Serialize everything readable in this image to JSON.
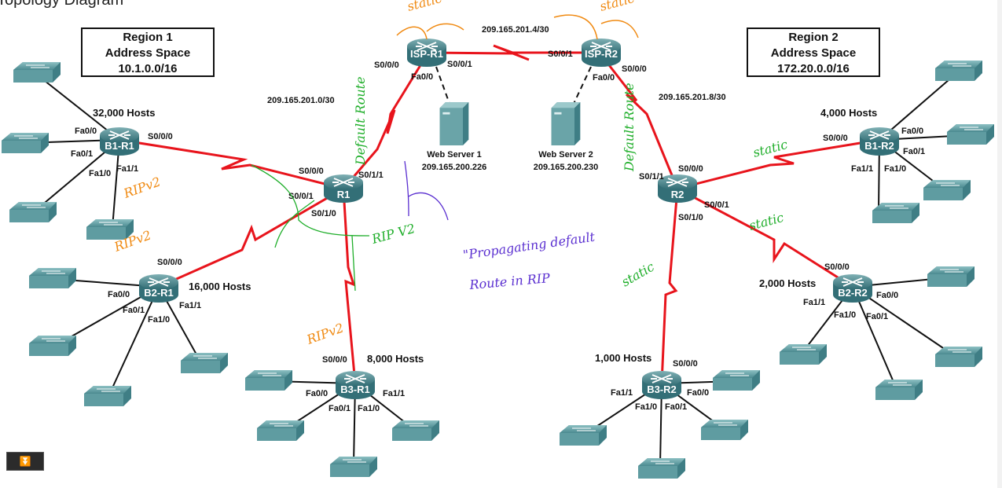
{
  "page_title": "Topology Diagram",
  "regions": [
    {
      "title": "Region 1",
      "subtitle": "Address Space",
      "network": "10.1.0.0/16"
    },
    {
      "title": "Region 2",
      "subtitle": "Address Space",
      "network": "172.20.0.0/16"
    }
  ],
  "routers": {
    "isp_r1": "ISP-R1",
    "isp_r2": "ISP-R2",
    "r1": "R1",
    "r2": "R2",
    "b1_r1": "B1-R1",
    "b2_r1": "B2-R1",
    "b3_r1": "B3-R1",
    "b1_r2": "B1-R2",
    "b2_r2": "B2-R2",
    "b3_r2": "B3-R2"
  },
  "servers": [
    {
      "name": "Web Server 1",
      "ip": "209.165.200.226"
    },
    {
      "name": "Web Server 2",
      "ip": "209.165.200.230"
    }
  ],
  "networks": {
    "isp_link": "209.165.201.4/30",
    "r1_isp": "209.165.201.0/30",
    "r2_isp": "209.165.201.8/30"
  },
  "hosts": {
    "b1_r1": "32,000 Hosts",
    "b2_r1": "16,000 Hosts",
    "b3_r1": "8,000 Hosts",
    "b1_r2": "4,000 Hosts",
    "b2_r2": "2,000 Hosts",
    "b3_r2": "1,000 Hosts"
  },
  "interfaces": {
    "s000": "S0/0/0",
    "s001": "S0/0/1",
    "s010": "S0/1/0",
    "s011": "S0/1/1",
    "fa00": "Fa0/0",
    "fa01": "Fa0/1",
    "fa10": "Fa1/0",
    "fa11": "Fa1/1"
  },
  "annotations": {
    "static": "static",
    "ripv2": "RIPv2",
    "default_route": "Default Route",
    "rip_v2": "RIP V2",
    "propagating_1": "\"Propagating default",
    "propagating_2": "Route in RIP"
  },
  "colors": {
    "serial_link": "#e8141c",
    "ethernet": "#111111",
    "device": "#3e7f86",
    "annotation_green": "#1fae2a",
    "annotation_orange": "#f08a12",
    "annotation_purple": "#5a2fd0"
  },
  "controls": {
    "expand_icon": "double-chevron-down-icon",
    "expand_label": "⏬"
  }
}
